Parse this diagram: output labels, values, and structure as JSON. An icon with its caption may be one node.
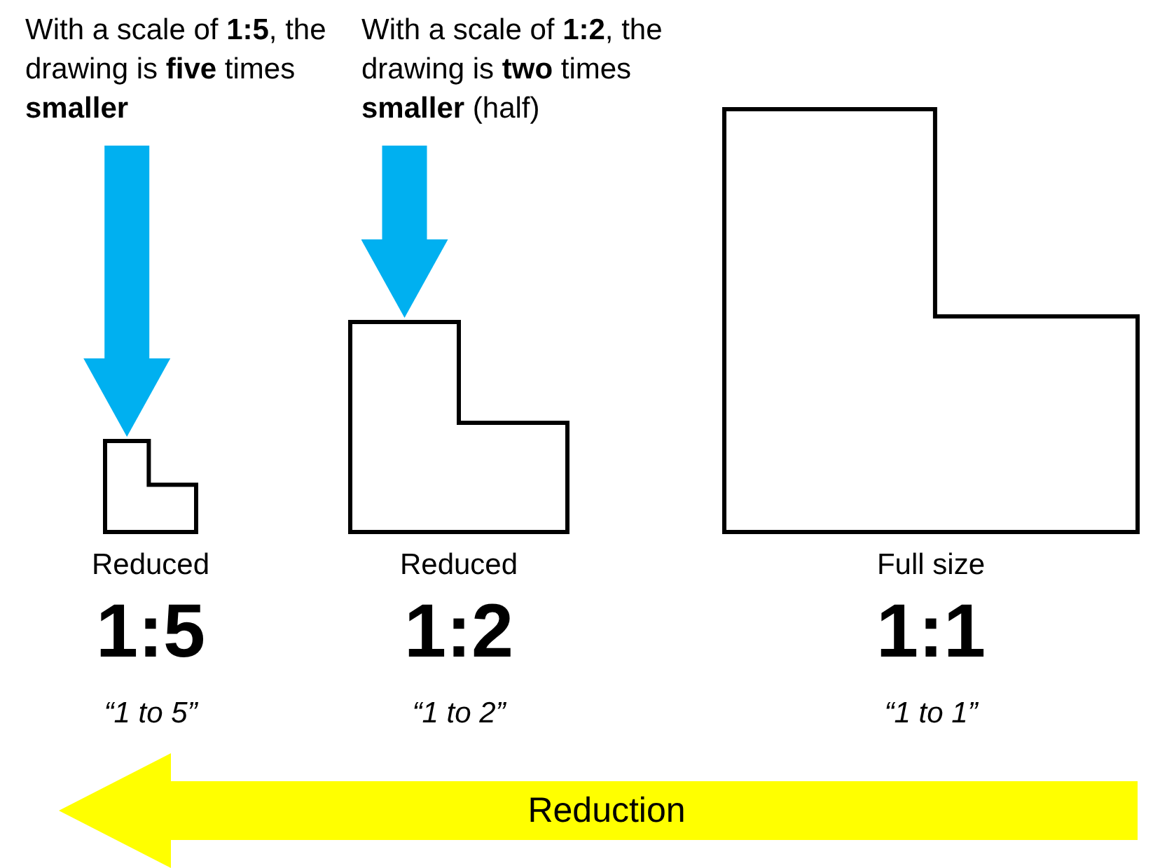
{
  "diagram": {
    "nodes": [
      {
        "text": [
          "With a scale of **1:5**, the drawing is **five** times **smaller**"
        ]
      },
      {
        "text": [
          "With a scale of **1:2**, the drawing is **two** times **smaller** (half)"
        ]
      },
      {
        "text": [],
        "shape": "polygon",
        "beside": [
          "Reduced",
          "1:5",
          "“1 to 5”"
        ]
      },
      {
        "text": [],
        "shape": "polygon",
        "beside": [
          "Reduced",
          "1:2",
          "“1 to 2”"
        ]
      },
      {
        "text": [],
        "shape": "polygon",
        "beside": [
          "Full size",
          "1:1",
          "“1 to 1”"
        ]
      }
    ],
    "edges": [
      {
        "from": 0,
        "to": 2,
        "arrow": "to"
      },
      {
        "from": 1,
        "to": 3,
        "arrow": "to"
      }
    ],
    "labels": [
      "Reduction"
    ]
  }
}
